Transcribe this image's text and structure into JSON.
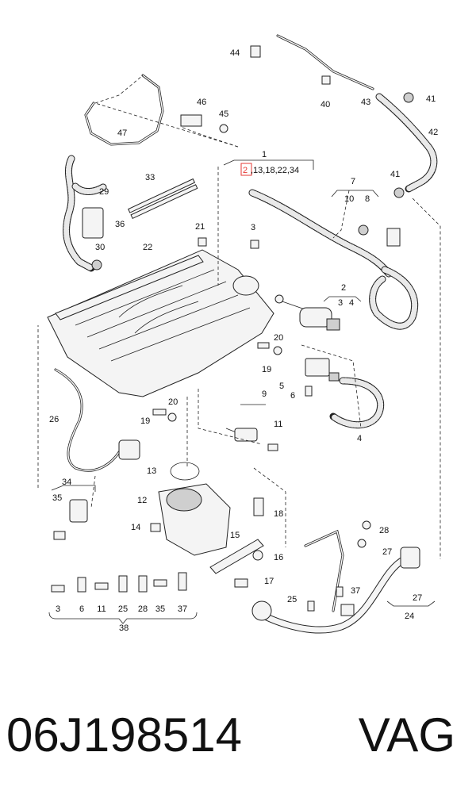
{
  "callouts": {
    "c1": "1",
    "c1_refs_highlight": "2",
    "c1_refs_rest": ",13,18,22,34",
    "c2": "2",
    "c2_a": "3",
    "c2_b": "4",
    "c3": "3",
    "c4": "4",
    "c5": "5",
    "c6": "6",
    "c7": "7",
    "c8": "8",
    "c9": "9",
    "c10": "10",
    "c11": "11",
    "c12": "12",
    "c13": "13",
    "c14": "14",
    "c15": "15",
    "c16": "16",
    "c17": "17",
    "c18": "18",
    "c19a": "19",
    "c19b": "19",
    "c20a": "20",
    "c20b": "20",
    "c21": "21",
    "c22": "22",
    "c24": "24",
    "c25": "25",
    "c26": "26",
    "c27a": "27",
    "c27b": "27",
    "c28": "28",
    "c29": "29",
    "c30": "30",
    "c33": "33",
    "c34": "34",
    "c35": "35",
    "c36": "36",
    "c37": "37",
    "c38": "38",
    "c40": "40",
    "c41a": "41",
    "c41b": "41",
    "c42": "42",
    "c43": "43",
    "c44": "44",
    "c45": "45",
    "c46": "46",
    "c47": "47",
    "c11b": "11"
  },
  "kit_38": [
    "3",
    "6",
    "11",
    "25",
    "28",
    "35",
    "37"
  ],
  "footer": {
    "part_number": "06J198514",
    "brand": "VAG"
  },
  "colors": {
    "highlight": "#e53935",
    "line": "#222222"
  }
}
